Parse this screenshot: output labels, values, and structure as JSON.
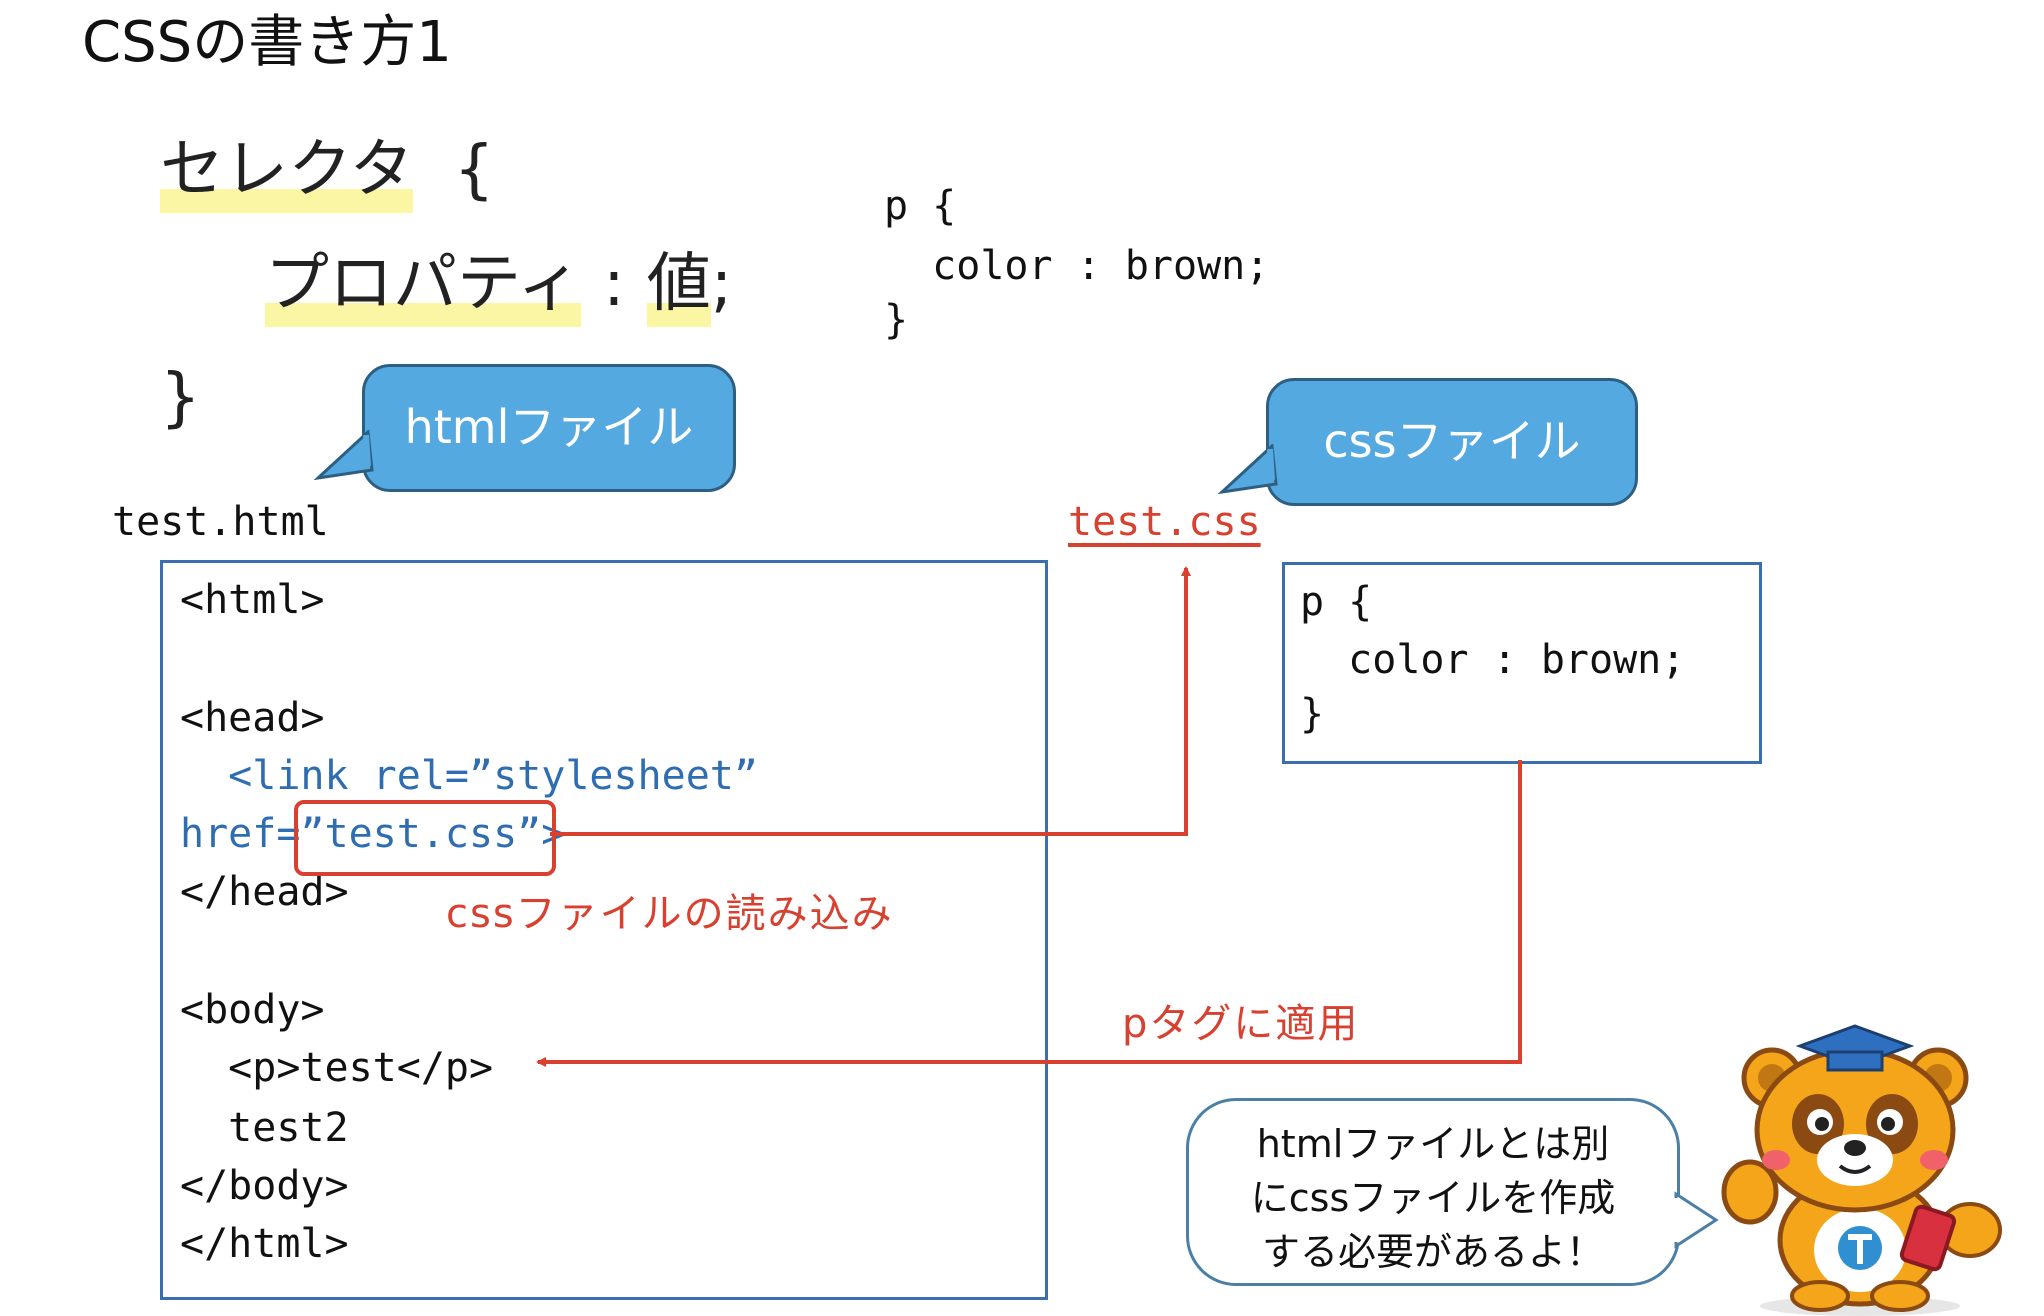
{
  "title": "CSSの書き方1",
  "syntax": {
    "selector": "セレクタ",
    "open": "{",
    "property": "プロパティ",
    "colon": ":",
    "value": "値",
    "semicolon": ";",
    "close": "}"
  },
  "example": {
    "line1": "p {",
    "line2": "  color : brown;",
    "line3": "}"
  },
  "bubbles": {
    "html_file": "htmlファイル",
    "css_file": "cssファイル"
  },
  "files": {
    "html_name": "test.html",
    "css_name": "test.css"
  },
  "html_code": {
    "l1": "<html>",
    "l2": "<head>",
    "l3": "  <link rel=”stylesheet”",
    "l4a": "href=",
    "l4b": "”test.css”",
    "l4c": ">",
    "l5": "</head>",
    "l6": "<body>",
    "l7": "  <p>test</p>",
    "l8": "  test2",
    "l9": "</body>",
    "l10": "</html>"
  },
  "css_code": {
    "l1": "p {",
    "l2": "  color : brown;",
    "l3": "}"
  },
  "annotations": {
    "load": "cssファイルの読み込み",
    "apply": "pタグに適用"
  },
  "mascot_speech": {
    "line1": "htmlファイルとは別",
    "line2": "にcssファイルを作成",
    "line3": "する必要があるよ！"
  },
  "colors": {
    "bubble": "#54a9e0",
    "box_border": "#3a6eb0",
    "code_blue": "#2f6db3",
    "accent_red": "#d8402f",
    "highlight": "#fbf6a4"
  }
}
